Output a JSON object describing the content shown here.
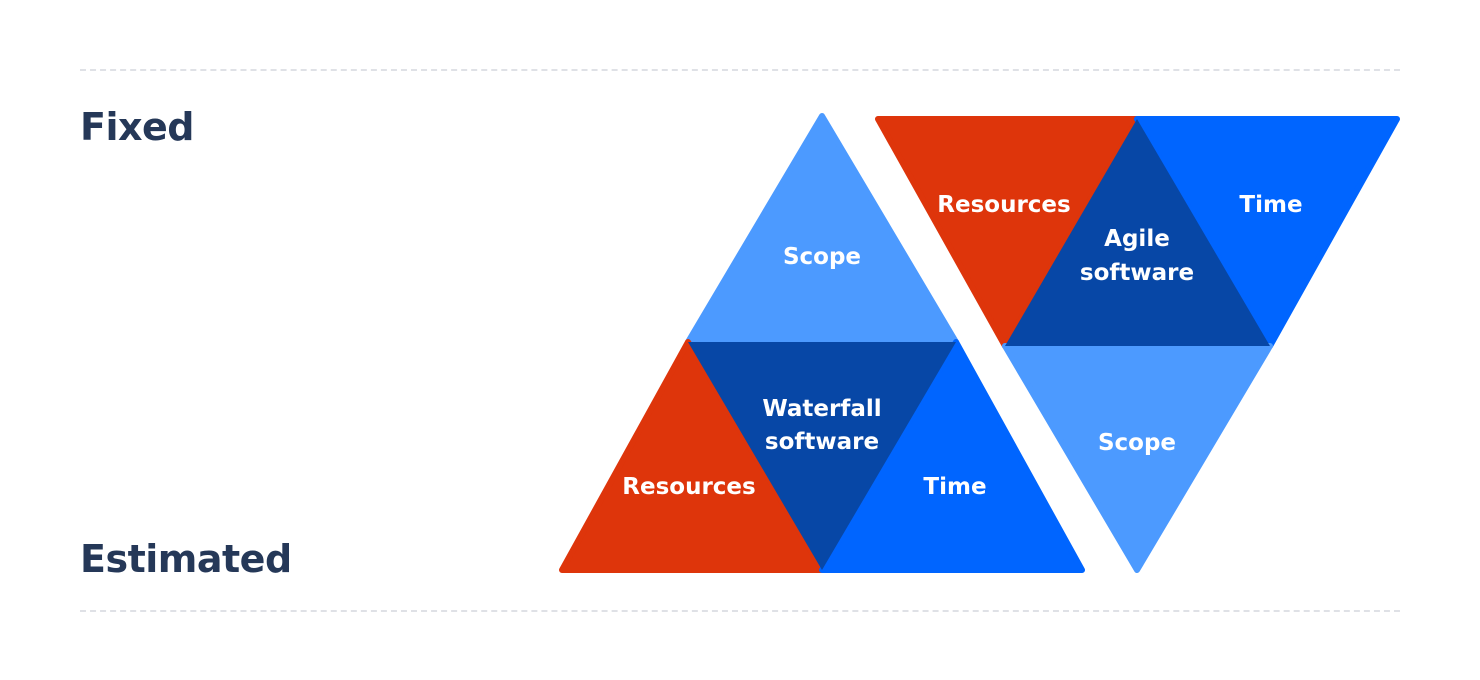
{
  "labels": {
    "top": "Fixed",
    "bottom": "Estimated"
  },
  "waterfall": {
    "top": "Scope",
    "left": "Resources",
    "center_line1": "Waterfall",
    "center_line2": "software",
    "right": "Time"
  },
  "agile": {
    "left": "Resources",
    "right": "Time",
    "center_line1": "Agile",
    "center_line2": "software",
    "bottom": "Scope"
  },
  "colors": {
    "resources": "#de350b",
    "time": "#0065ff",
    "scope": "#4c9aff",
    "center": "#0747a6",
    "label": "#253858",
    "divider": "#dfe1e6"
  }
}
